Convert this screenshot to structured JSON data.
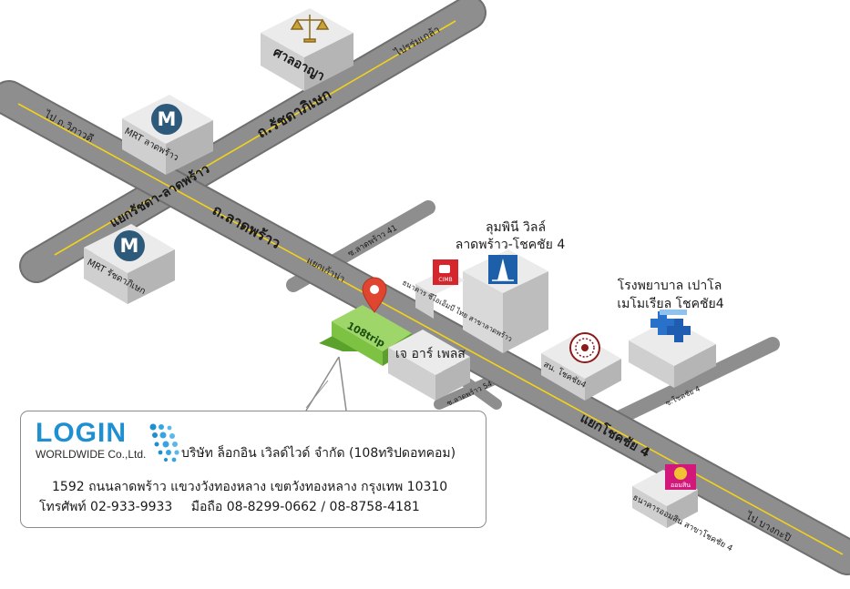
{
  "map": {
    "roads": {
      "ratchadaphisek": "ถ.รัชดาภิเษก",
      "lat_phrao": "ถ.ลาดพร้าว",
      "to_wiphawadi": "ไป ถ.วิภาวดี",
      "to_rom_klao": "ไปรร่มเกล้า",
      "to_bang_kapi": "ไป บางกะปิ",
      "soi_lat_phrao_41": "ซ.ลาดพร้าว 41",
      "soi_lat_phrao_54": "ซ.ลาดพร้าว 54",
      "soi_chokchai_4": "ซ.โชคชัย 4"
    },
    "intersections": {
      "ratchada_lat_phrao": "แยกรัชดา-ลาดพร้าว",
      "kao_na": "แยกเก้าน่า",
      "chokchai_4": "แยกโชคชัย 4"
    },
    "landmarks": {
      "court": "ศาลอาญา",
      "mrt_lat_phrao": "MRT ลาดพร้าว",
      "mrt_ratchadaphisek": "MRT รัชดาภิเษก",
      "mrt_letter": "M",
      "lumpini_line1": "ลุมพินี วิลล์",
      "lumpini_line2": "ลาดพร้าว-โชคชัย 4",
      "cimb_bank": "ธนาคาร ซีไอเอ็มบี ไทย สาขาลาดพร้าว",
      "cimb_logo": "CIMB",
      "jr_place": "เจ อาร์ เพลส",
      "police": "สน. โชคชัย4",
      "hospital_line1": "โรงพยาบาล เปาโล",
      "hospital_line2": "เมโมเรียล โชคชัย4",
      "gsb_bank": "ธนาคารออมสิน สาขาโชคชัย 4",
      "gsb_logo": "ออมสิน"
    },
    "office_sign": "108trip"
  },
  "info": {
    "logo_main": "LOGIN",
    "logo_sub": "WORLDWIDE Co.,Ltd.",
    "company": "บริษัท ล็อกอิน เวิลด์ไวด์ จำกัด (108ทริปดอทคอม)",
    "address": "1592 ถนนลาดพร้าว แขวงวังทองหลาง เขตวังทองหลาง กรุงเทพ 10310",
    "phone": "โทรศัพท์ 02-933-9933",
    "mobile": "มือถือ 08-8299-0662 / 08-8758-4181"
  },
  "colors": {
    "road": "#8e8e8e",
    "road_edge": "#6f6f6f",
    "center_line": "#f2d21b",
    "building_top": "#ebebeb",
    "building_left": "#cfcfcf",
    "building_right": "#b5b5b5",
    "office_green": "#7dc242",
    "pin_red": "#e0462f",
    "logo_blue": "#1e8fd0",
    "hospital_blue": "#2a72c9",
    "cimb_red": "#d6262d",
    "gsb_pink": "#d3187c"
  }
}
